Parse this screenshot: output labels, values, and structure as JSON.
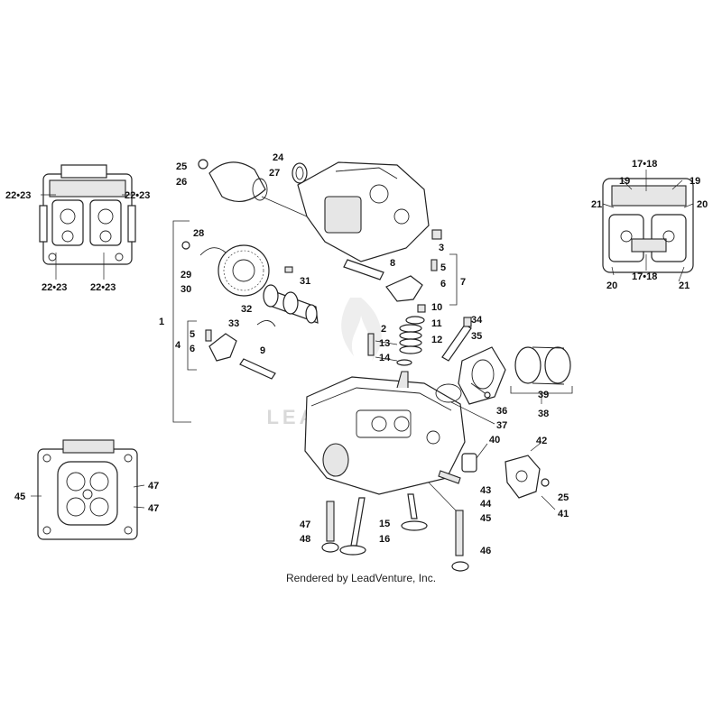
{
  "credit": "Rendered by LeadVenture, Inc.",
  "watermark": "LEADVENTURE",
  "callouts": {
    "c1": "1",
    "c2": "2",
    "c3": "3",
    "c4": "4",
    "c5a": "5",
    "c5b": "5",
    "c6a": "6",
    "c6b": "6",
    "c7": "7",
    "c8": "8",
    "c9": "9",
    "c10": "10",
    "c11": "11",
    "c12": "12",
    "c13": "13",
    "c14": "14",
    "c15": "15",
    "c16": "16",
    "c17a": "17•18",
    "c17b": "17•18",
    "c19a": "19",
    "c19b": "19",
    "c20a": "20",
    "c20b": "20",
    "c21a": "21",
    "c21b": "21",
    "c22a": "22•23",
    "c22b": "22•23",
    "c22c": "22•23",
    "c22d": "22•23",
    "c24": "24",
    "c25a": "25",
    "c25b": "25",
    "c26": "26",
    "c27": "27",
    "c28": "28",
    "c29": "29",
    "c30": "30",
    "c31": "31",
    "c32": "32",
    "c33": "33",
    "c34": "34",
    "c35": "35",
    "c36": "36",
    "c37": "37",
    "c38": "38",
    "c39": "39",
    "c40": "40",
    "c41": "41",
    "c42": "42",
    "c43": "43",
    "c44": "44",
    "c45a": "45",
    "c45b": "45",
    "c46": "46",
    "c47a": "47",
    "c47b": "47",
    "c47c": "47",
    "c48": "48"
  }
}
